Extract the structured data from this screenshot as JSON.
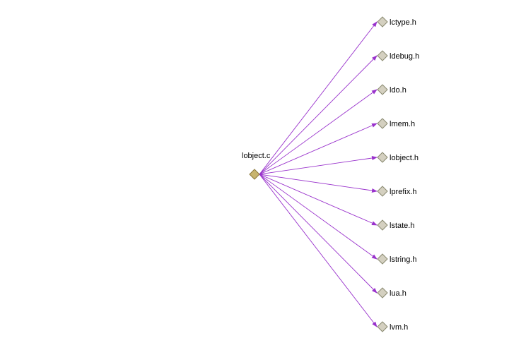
{
  "graph": {
    "source": {
      "label": "lobject.c",
      "fill": "#c8b46e",
      "stroke": "#8c7a3c"
    },
    "targets": [
      {
        "label": "lctype.h"
      },
      {
        "label": "ldebug.h"
      },
      {
        "label": "ldo.h"
      },
      {
        "label": "lmem.h"
      },
      {
        "label": "lobject.h"
      },
      {
        "label": "lprefix.h"
      },
      {
        "label": "lstate.h"
      },
      {
        "label": "lstring.h"
      },
      {
        "label": "lua.h"
      },
      {
        "label": "lvm.h"
      }
    ],
    "colors": {
      "edge": "#9932cc",
      "target_fill": "#d4d0c0",
      "target_stroke": "#8a8a70"
    }
  }
}
